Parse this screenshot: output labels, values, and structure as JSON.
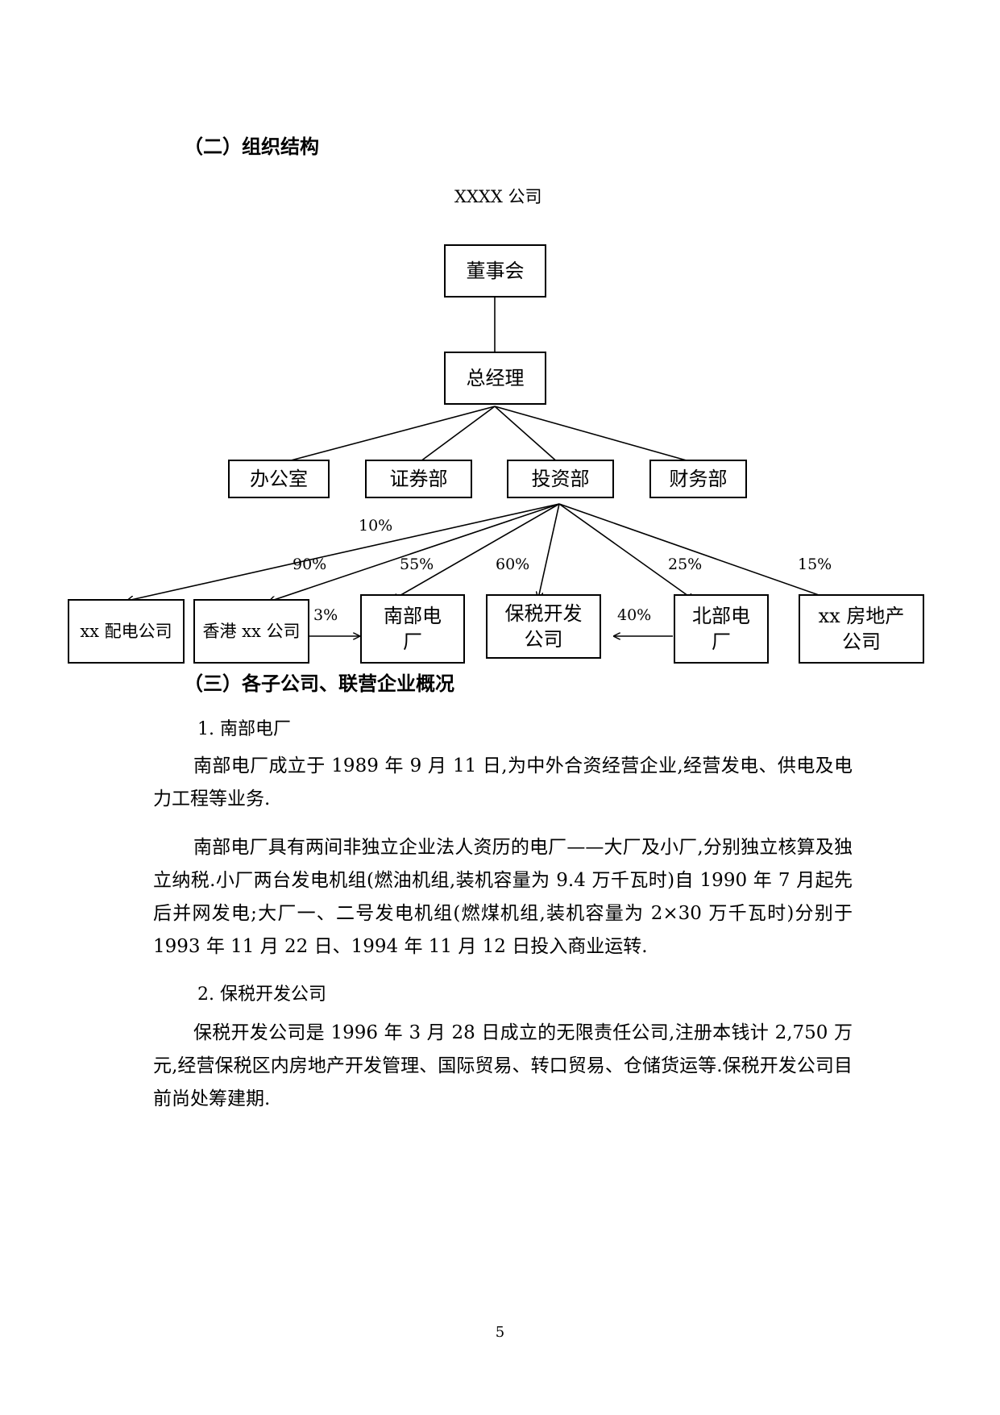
{
  "section2_heading": "（二）组织结构",
  "chart_title": "XXXX 公司",
  "org": {
    "board": "董事会",
    "gm": "总经理",
    "departments": [
      "办公室",
      "证券部",
      "投资部",
      "财务部"
    ],
    "subsidiaries": {
      "peidian": "xx 配电公司",
      "hongkong": "香港 xx 公司",
      "nanbu": "南部电厂",
      "baoshui": "保税开发公司",
      "beibu": "北部电厂",
      "fangdichan": "xx 房地产公司"
    },
    "percentages": {
      "p10": "10%",
      "p90": "90%",
      "p55": "55%",
      "p60": "60%",
      "p25": "25%",
      "p15": "15%",
      "p3": "3%",
      "p40": "40%"
    }
  },
  "section3_heading": "（三）各子公司、联营企业概况",
  "sub1": {
    "title": "1.   南部电厂",
    "paragraphs": [
      "南部电厂成立于 1989 年 9 月 11 日,为中外合资经营企业,经营发电、供电及电力工程等业务.",
      "南部电厂具有两间非独立企业法人资历的电厂——大厂及小厂,分别独立核算及独立纳税.小厂两台发电机组(燃油机组,装机容量为 9.4 万千瓦时)自 1990 年 7 月起先后并网发电;大厂一、二号发电机组(燃煤机组,装机容量为 2×30 万千瓦时)分别于 1993 年 11 月 22 日、1994 年 11 月 12 日投入商业运转."
    ]
  },
  "sub2": {
    "title": "2.   保税开发公司",
    "paragraphs": [
      "保税开发公司是 1996 年 3 月 28 日成立的无限责任公司,注册本钱计 2,750 万元,经营保税区内房地产开发管理、国际贸易、转口贸易、仓储货运等.保税开发公司目前尚处筹建期."
    ]
  },
  "page_number": "5"
}
